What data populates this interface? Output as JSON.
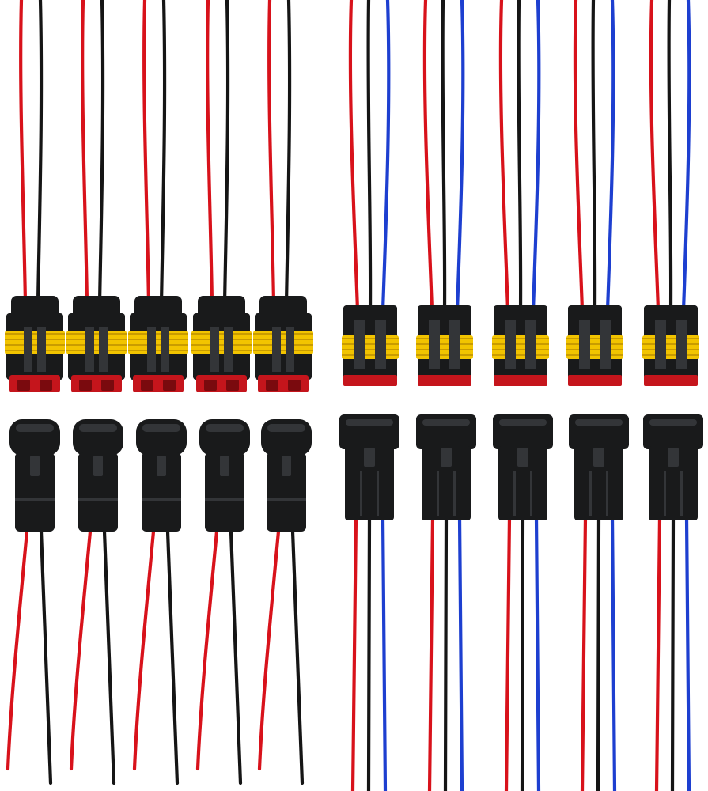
{
  "image": {
    "background": "#ffffff",
    "wire_colors": {
      "red": "#d8121b",
      "black": "#151515",
      "blue": "#1d3fd0"
    },
    "connector_colors": {
      "housing": "#191a1b",
      "housing_light": "#333538",
      "seal": "#f2c400",
      "terminal": "#c5151c"
    },
    "groups": [
      {
        "kind": "female-2pin",
        "count": 5,
        "wires": [
          "red",
          "black"
        ]
      },
      {
        "kind": "female-3pin",
        "count": 5,
        "wires": [
          "red",
          "black",
          "blue"
        ]
      },
      {
        "kind": "male-2pin",
        "count": 5,
        "wires": [
          "red",
          "black"
        ]
      },
      {
        "kind": "male-3pin",
        "count": 5,
        "wires": [
          "red",
          "black",
          "blue"
        ]
      }
    ]
  }
}
